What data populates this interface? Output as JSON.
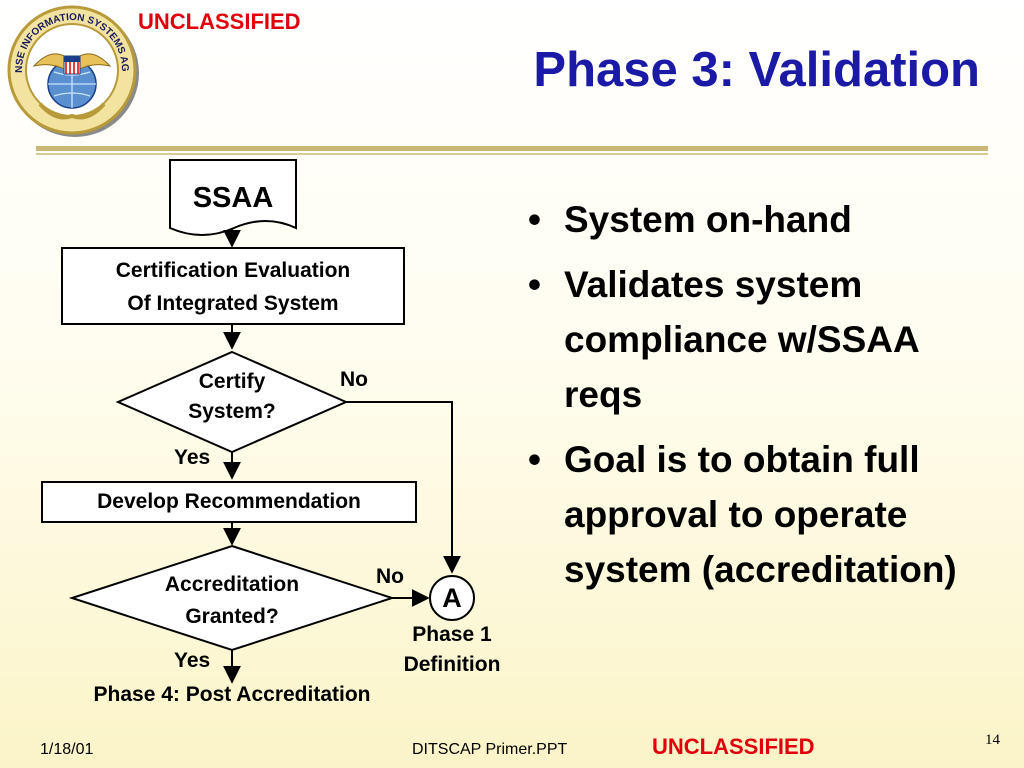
{
  "header": {
    "classification_top": "UNCLASSIFIED",
    "title": "Phase 3: Validation",
    "logo_label": "DEFENSE INFORMATION SYSTEMS AGENCY"
  },
  "flowchart": {
    "document": "SSAA",
    "step_certification": [
      "Certification Evaluation",
      "Of Integrated System"
    ],
    "decision_certify": [
      "Certify",
      "System?"
    ],
    "certify_no": "No",
    "certify_yes": "Yes",
    "step_recommendation": "Develop Recommendation",
    "decision_accreditation": [
      "Accreditation",
      "Granted?"
    ],
    "accreditation_no": "No",
    "accreditation_yes": "Yes",
    "connector": "A",
    "connector_caption": [
      "Phase 1",
      "Definition"
    ],
    "final": "Phase 4: Post Accreditation"
  },
  "bullets": [
    {
      "marker": "•",
      "text": "System on-hand"
    },
    {
      "marker": "•",
      "text": "Validates system compliance w/SSAA reqs"
    },
    {
      "marker": "•",
      "text": "Goal is to obtain full approval to operate system (accreditation)"
    }
  ],
  "footer": {
    "date": "1/18/01",
    "filename": "DITSCAP Primer.PPT",
    "classification_bottom": "UNCLASSIFIED",
    "page_number": "14"
  },
  "colors": {
    "title": "#1a1aa6",
    "classification": "#e0000b",
    "rule": "#c9b773"
  }
}
